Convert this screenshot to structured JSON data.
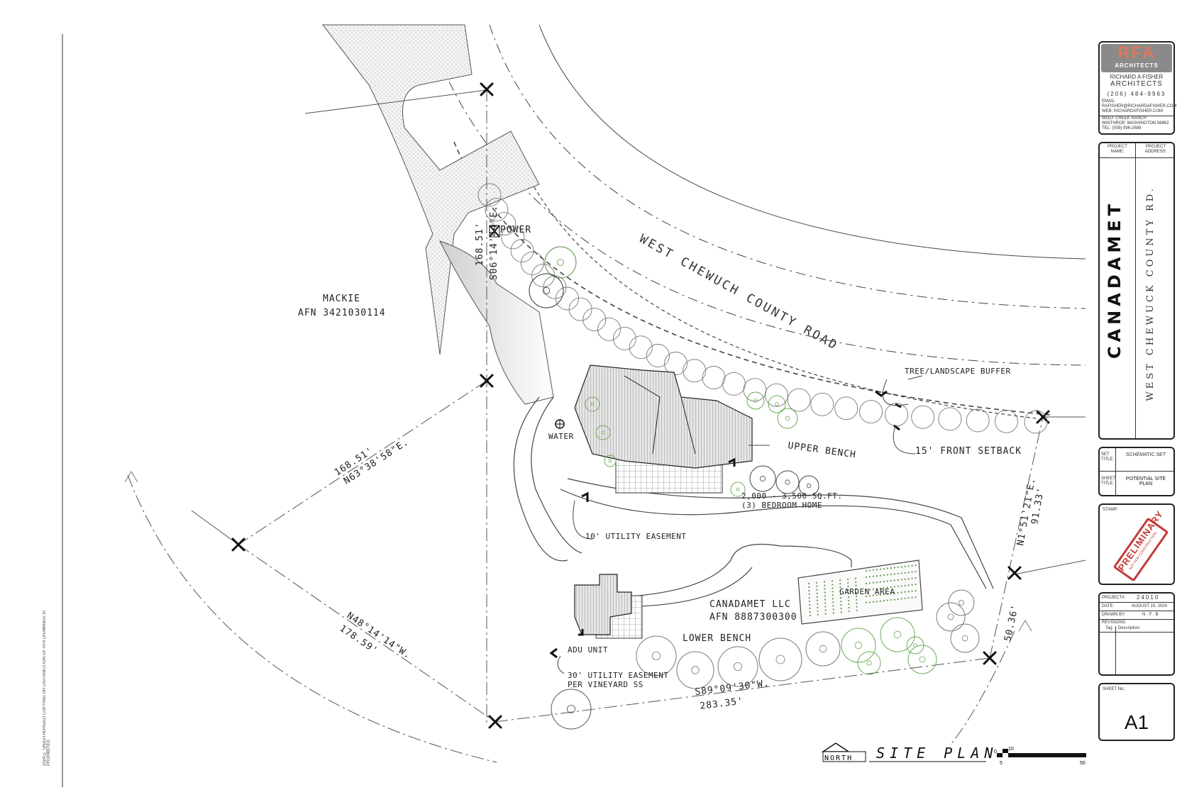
{
  "road": {
    "label": "WEST CHEWUCH COUNTY ROAD"
  },
  "labels": {
    "power": "POWER",
    "water": "WATER",
    "mackie": "MACKIE",
    "mackie_afn": "AFN 3421030114",
    "tree_buffer": "TREE/LANDSCAPE BUFFER",
    "front_setback": "15' FRONT SETBACK",
    "upper_bench": "UPPER BENCH",
    "home_size": "2,000 - 3,500 SQ.FT.",
    "home_beds": "(3) BEDROOM HOME",
    "utility_easement_10": "10' UTILITY EASEMENT",
    "canadamet_llc": "CANADAMET LLC",
    "canadamet_afn": "AFN 8887300300",
    "garden_area": "GARDEN AREA",
    "lower_bench": "LOWER BENCH",
    "adu_unit": "ADU UNIT",
    "utility_easement_30_a": "30' UTILITY EASEMENT",
    "utility_easement_30_b": "PER VINEYARD SS"
  },
  "bearings": {
    "west_dist": "168.51'",
    "west_bearing": "S06°14'44\"E.",
    "nw_dist": "168.51'",
    "nw_bearing": "N63°38'58\"E.",
    "sw_bearing": "N48°14'14\"W.",
    "sw_dist": "178.59'",
    "south_bearing": "S89°09'30\"W.",
    "south_dist": "283.35'",
    "east_bearing": "N1°51'21\"E.",
    "east_dist": "91.33'",
    "se_dist": "50.36'"
  },
  "sheet_title": "SITE PLAN",
  "north": "NORTH",
  "scale": {
    "s0": "0",
    "s5": "5",
    "s10": "10",
    "s50": "50"
  },
  "copyright": "2024 © UNAUTHORIZED COPYING OR DISTRIBUTION OF RFA DRAWINGS IS PROHIBITED",
  "title_block": {
    "logo": "RFA",
    "logo_sub": "ARCHITECTS",
    "firm_line1": "RICHARD A FISHER",
    "firm_line2": "ARCHITECTS",
    "phone": "(206) 484-9963",
    "email": "EMAIL: RAFISHER@RICHARDAFISHER.COM",
    "web": "WEB: RICHARDAFISHER.COM",
    "office1": "WOLF CREEK RANCH",
    "office2": "WINTHROP, WASHINGTON 98862",
    "office3": "TEL: (509) 996-2689",
    "project_name_label": "PROJECT NAME:",
    "project_address_label": "PROJECT ADDRESS:",
    "project_name": "CANADAMET",
    "project_address": "WEST CHEWUCK COUNTY RD.",
    "set_title_label": "SET TITLE:",
    "set_title": "SCHEMATIC SET",
    "sheet_title_label": "SHEET TITLE:",
    "sheet_title": "POTENTIAL SITE PLAN",
    "stamp_label": "STAMP:",
    "stamp_text": "PRELIMINARY",
    "stamp_sub": "NOT FOR CONSTRUCTION",
    "project_no_label": "PROJECT#:",
    "project_no": "24010",
    "date_label": "DATE:",
    "date": "AUGUST 19, 2024",
    "drawn_label": "DRAWN BY:",
    "drawn": "N.F.B",
    "revisions_label": "REVISIONS:",
    "rev_col1": "Tag",
    "rev_col2": "Description",
    "sheet_no_label": "SHEET No.:",
    "sheet_no": "A1"
  }
}
